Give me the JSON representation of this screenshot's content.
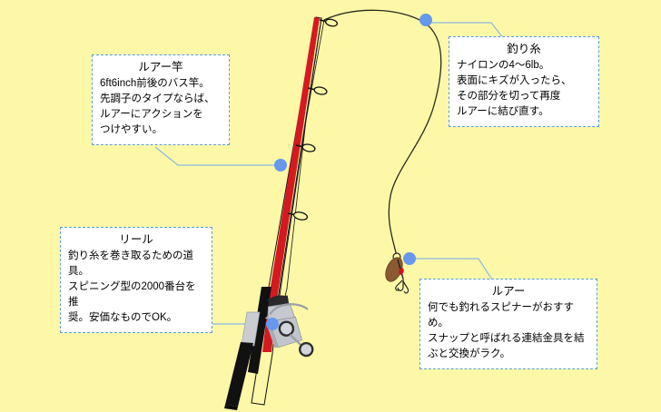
{
  "diagram": {
    "subject": "fishing-tackle-illustration",
    "background_color": "#fcf8a8",
    "accent_color": "#5b9bd5",
    "rod_color": "#d61920",
    "grip_color": "#111111",
    "reel_color": "#b8bcc2",
    "lure_blade_color": "#8a5a32",
    "line_color": "#2b2b1f"
  },
  "callouts": {
    "rod": {
      "title": "ルアー竿",
      "body": "6ft6inch前後のバス竿。\n先調子のタイプならば、\nルアーにアクションを\nつけやすい。"
    },
    "line": {
      "title": "釣り糸",
      "body": "ナイロンの4〜6lb。\n表面にキズが入ったら、\nその部分を切って再度\nルアーに結び直す。"
    },
    "reel": {
      "title": "リール",
      "body": "釣り糸を巻き取るための道具。\nスピニング型の2000番台を推\n奨。安価なものでOK。"
    },
    "lure": {
      "title": "ルアー",
      "body": "何でも釣れるスピナーがおすすめ。\nスナップと呼ばれる連結金具を結\nぶと交換がラク。"
    }
  },
  "parts": {
    "rod_blank": "fishing-rod-blank",
    "rod_guides": "rod-guide-eyelets",
    "grip": "rod-grip",
    "reel": "spinning-reel",
    "reel_handle": "reel-handle",
    "fishing_line": "fishing-line",
    "lure": "spinner-lure",
    "snap_swivel": "snap-swivel",
    "treble_hook": "treble-hook"
  },
  "markers": {
    "rod_dot": "rod-connector-dot",
    "line_dot": "line-connector-dot",
    "reel_dot": "reel-connector-dot",
    "lure_dot": "lure-connector-dot"
  }
}
